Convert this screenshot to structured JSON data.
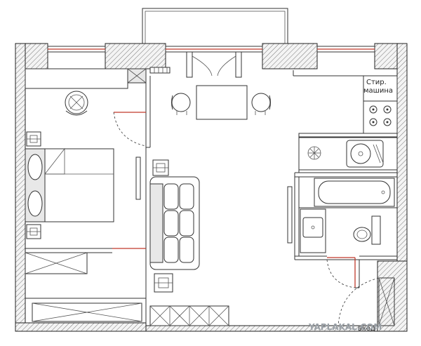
{
  "labels": {
    "washer_line1": "Стир.",
    "washer_line2": "машина",
    "entrance": "вход",
    "watermark": "YAPLAKAL.COM"
  }
}
